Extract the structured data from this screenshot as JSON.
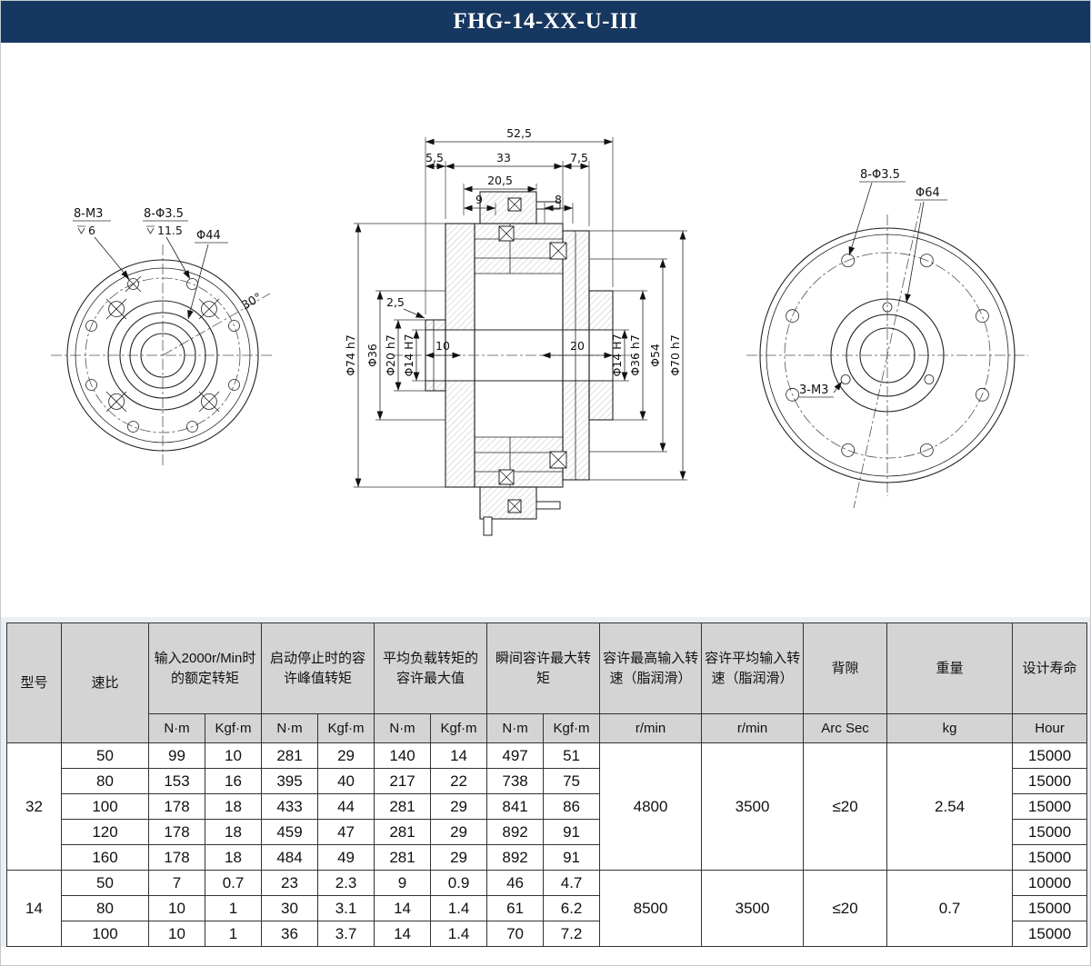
{
  "header": {
    "title": "FHG-14-XX-U-III"
  },
  "drawing": {
    "left_view": {
      "thread_label": "8-M3",
      "thread_depth": "6",
      "hole_label": "8-Φ3.5",
      "hole_depth": "11.5",
      "diameter_label": "Φ44",
      "angle_label": "30°"
    },
    "section_view": {
      "len_total": "52,5",
      "len_left": "5,5",
      "len_mid": "33",
      "len_right": "7,5",
      "len_upper": "20,5",
      "len_9": "9",
      "len_8": "8",
      "len_2_5": "2,5",
      "len_10": "10",
      "len_20": "20",
      "dia_74": "Φ74 h7",
      "dia_36_left": "Φ36",
      "dia_20": "Φ20 h7",
      "dia_14_left": "Φ14 H7",
      "dia_14_right": "Φ14 H7",
      "dia_36_right": "Φ36 h7",
      "dia_54": "Φ54",
      "dia_70": "Φ70 h7"
    },
    "right_view": {
      "hole_label": "8-Φ3.5",
      "diameter_label": "Φ64",
      "thread_label": "3-M3"
    }
  },
  "table": {
    "headers": {
      "model": "型号",
      "ratio": "速比",
      "rated": "输入2000r/Min时的额定转矩",
      "peak": "启动停止时的容许峰值转矩",
      "avg_load": "平均负载转矩的容许最大值",
      "instant": "瞬间容许最大转矩",
      "max_speed": "容许最高输入转速（脂润滑）",
      "avg_speed": "容许平均输入转速（脂润滑）",
      "backlash": "背隙",
      "weight": "重量",
      "life": "设计寿命"
    },
    "units": [
      "N·m",
      "Kgf·m",
      "N·m",
      "Kgf·m",
      "N·m",
      "Kgf·m",
      "N·m",
      "Kgf·m",
      "r/min",
      "r/min",
      "Arc Sec",
      "kg",
      "Hour"
    ],
    "groups": [
      {
        "model": "32",
        "max_input_speed": "4800",
        "avg_input_speed": "3500",
        "backlash": "≤20",
        "weight": "2.54",
        "rows": [
          {
            "ratio": "50",
            "values": [
              "99",
              "10",
              "281",
              "29",
              "140",
              "14",
              "497",
              "51"
            ],
            "life": "15000"
          },
          {
            "ratio": "80",
            "values": [
              "153",
              "16",
              "395",
              "40",
              "217",
              "22",
              "738",
              "75"
            ],
            "life": "15000"
          },
          {
            "ratio": "100",
            "values": [
              "178",
              "18",
              "433",
              "44",
              "281",
              "29",
              "841",
              "86"
            ],
            "life": "15000"
          },
          {
            "ratio": "120",
            "values": [
              "178",
              "18",
              "459",
              "47",
              "281",
              "29",
              "892",
              "91"
            ],
            "life": "15000"
          },
          {
            "ratio": "160",
            "values": [
              "178",
              "18",
              "484",
              "49",
              "281",
              "29",
              "892",
              "91"
            ],
            "life": "15000"
          }
        ]
      },
      {
        "model": "14",
        "max_input_speed": "8500",
        "avg_input_speed": "3500",
        "backlash": "≤20",
        "weight": "0.7",
        "rows": [
          {
            "ratio": "50",
            "values": [
              "7",
              "0.7",
              "23",
              "2.3",
              "9",
              "0.9",
              "46",
              "4.7"
            ],
            "life": "10000"
          },
          {
            "ratio": "80",
            "values": [
              "10",
              "1",
              "30",
              "3.1",
              "14",
              "1.4",
              "61",
              "6.2"
            ],
            "life": "15000"
          },
          {
            "ratio": "100",
            "values": [
              "10",
              "1",
              "36",
              "3.7",
              "14",
              "1.4",
              "70",
              "7.2"
            ],
            "life": "15000"
          }
        ]
      }
    ]
  }
}
